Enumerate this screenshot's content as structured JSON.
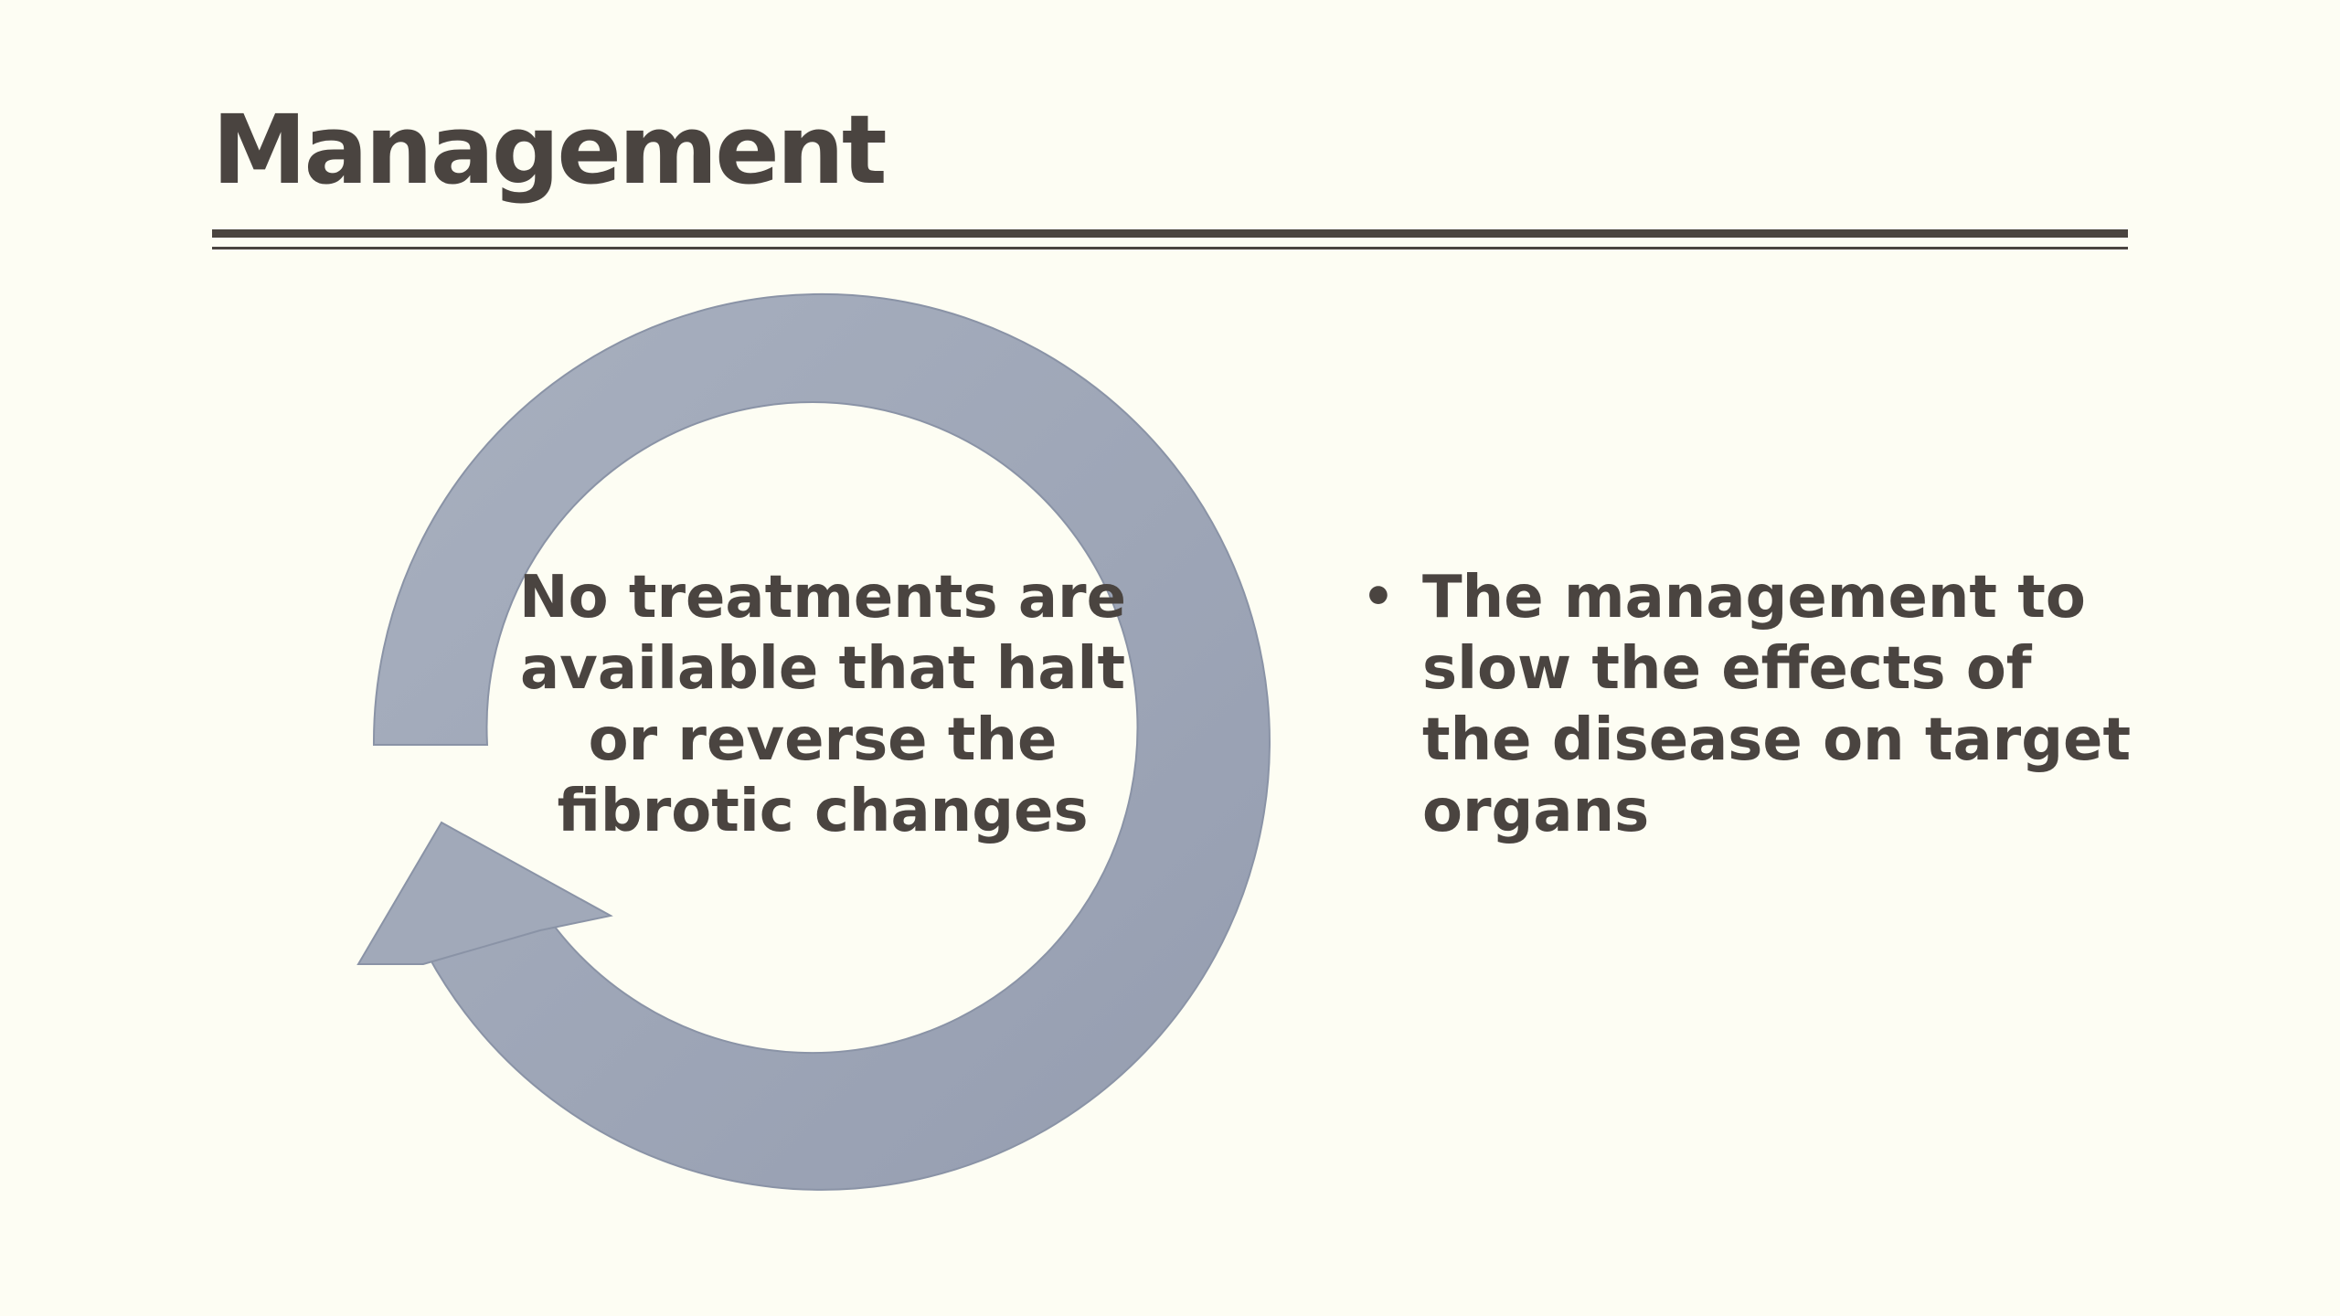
{
  "slide": {
    "title": "Management",
    "cycle_text": "No treatments are available that halt or reverse the fibrotic changes",
    "bullets": [
      {
        "marker": "•",
        "text": "The management to slow the effects of the disease on target organs"
      }
    ]
  },
  "colors": {
    "background": "#fdfdf3",
    "text": "#4a4440",
    "arrow_fill": "#9ea6b7",
    "arrow_stroke": "#8a93a6"
  },
  "icons": {
    "cycle_arrow": "circular-arrow-icon"
  }
}
